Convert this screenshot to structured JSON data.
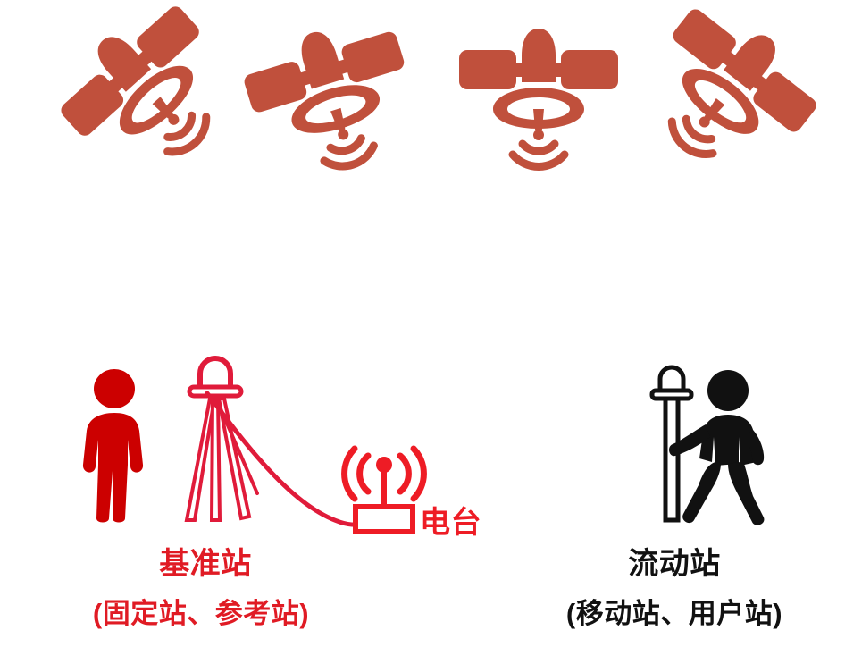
{
  "diagram": {
    "title": "RTK GNSS base station and rover station diagram",
    "background_color": "#ffffff",
    "colors": {
      "satellite": "#c0503c",
      "base_red": "#cc0000",
      "tripod_red": "#e01b3a",
      "radio_red": "#ee1c25",
      "rover_black": "#111111"
    }
  },
  "satellites": [
    {
      "name": "satellite-1",
      "icon": "satellite-icon",
      "rotation": -42
    },
    {
      "name": "satellite-2",
      "icon": "satellite-icon",
      "rotation": -17
    },
    {
      "name": "satellite-3",
      "icon": "satellite-icon",
      "rotation": 0
    },
    {
      "name": "satellite-4",
      "icon": "satellite-icon",
      "rotation": 38
    }
  ],
  "base_station": {
    "person_icon": "standing-person-icon",
    "tripod_icon": "survey-tripod-antenna-icon",
    "cable_icon": "cable-line",
    "radio": {
      "icon": "radio-transmitter-icon",
      "label": "电台"
    },
    "title": "基准站",
    "subtitle": "(固定站、参考站)"
  },
  "rover_station": {
    "pole_icon": "survey-pole-antenna-icon",
    "person_icon": "walking-person-icon",
    "title": "流动站",
    "subtitle": "(移动站、用户站)"
  }
}
